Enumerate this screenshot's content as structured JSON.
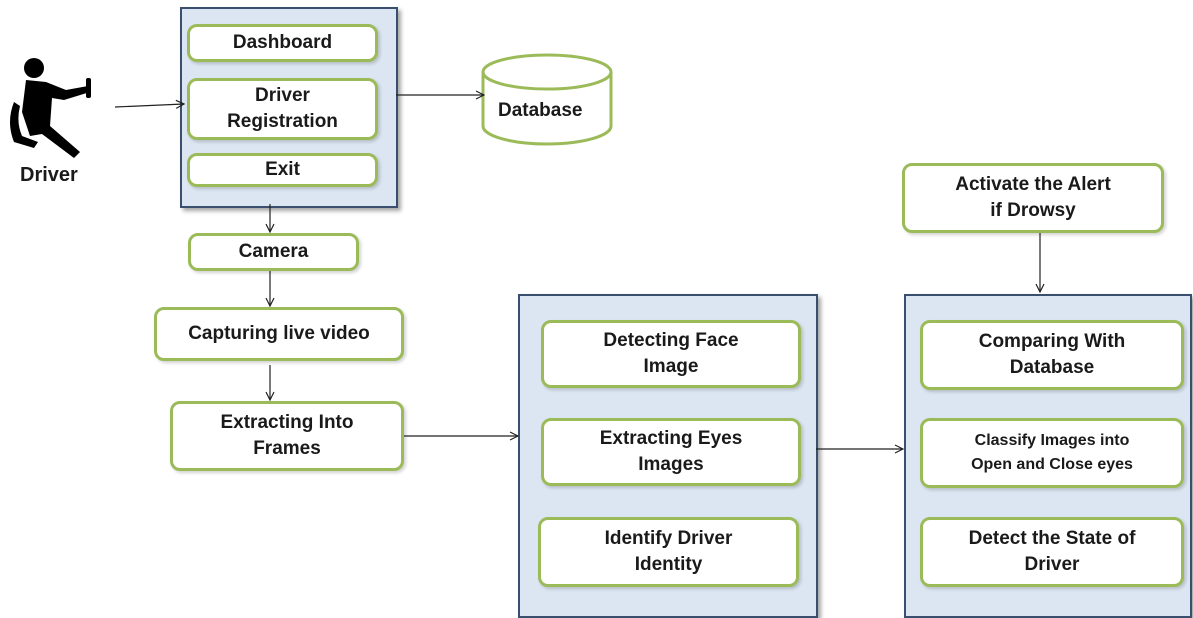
{
  "actor": {
    "label": "Driver",
    "icon": "driver-seated-icon"
  },
  "menu": {
    "items": [
      {
        "label": "Dashboard"
      },
      {
        "label": "Driver\nRegistration"
      },
      {
        "label": "Exit"
      }
    ]
  },
  "database": {
    "label": "Database"
  },
  "flow": {
    "camera": "Camera",
    "capture": "Capturing live video",
    "extract": "Extracting Into\nFrames"
  },
  "processing": {
    "items": [
      {
        "label": "Detecting Face\nImage"
      },
      {
        "label": "Extracting Eyes\nImages"
      },
      {
        "label": "Identify Driver\nIdentity"
      }
    ]
  },
  "analysis": {
    "items": [
      {
        "label": "Comparing With\nDatabase"
      },
      {
        "label": "Classify Images into\nOpen and Close eyes"
      },
      {
        "label": "Detect the State of\nDriver"
      }
    ]
  },
  "alert": {
    "label": "Activate the Alert\nif Drowsy"
  },
  "colors": {
    "box_border": "#9bbb59",
    "panel_fill": "#dce6f2",
    "panel_border": "#3a4f6e"
  }
}
